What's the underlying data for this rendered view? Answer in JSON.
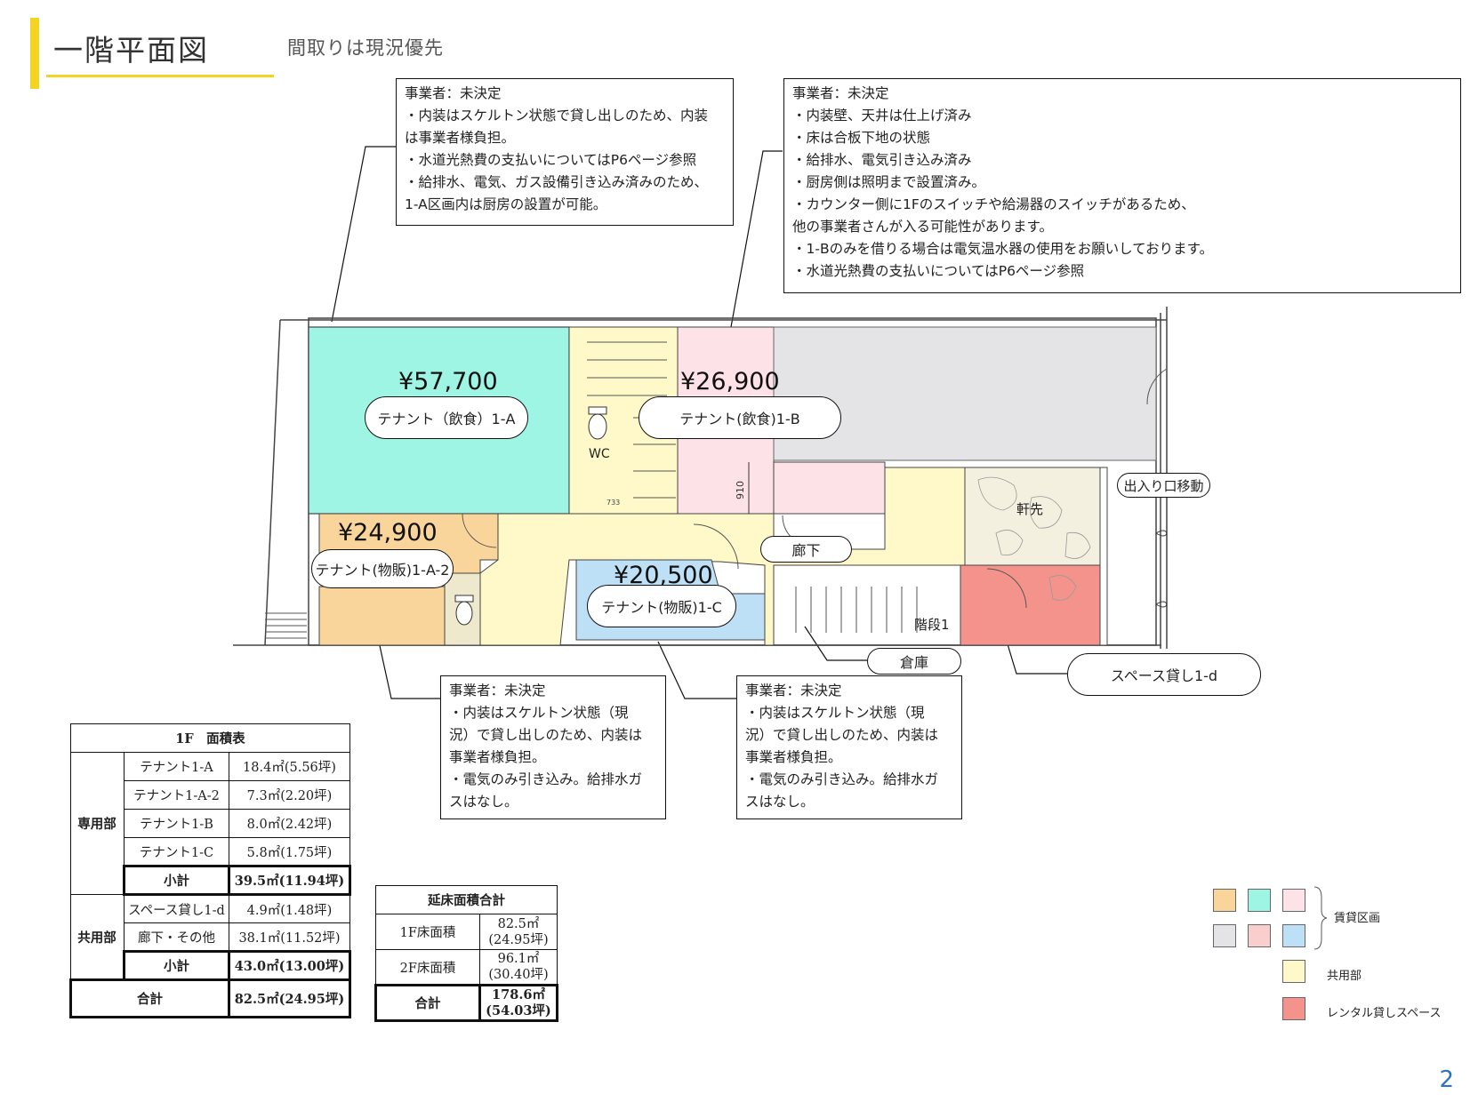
{
  "header": {
    "title": "一階平面図",
    "subtitle": "間取りは現況優先"
  },
  "notes": {
    "note_1a": [
      "事業者：未決定",
      "・内装はスケルトン状態で貸し出しのため、内装",
      "は事業者様負担。",
      "・水道光熱費の支払いについてはP6ページ参照",
      "・給排水、電気、ガス設備引き込み済みのため、",
      "1-A区画内は厨房の設置が可能。"
    ],
    "note_1b": [
      "事業者：未決定",
      "・内装壁、天井は仕上げ済み",
      "・床は合板下地の状態",
      "・給排水、電気引き込み済み",
      "・厨房側は照明まで設置済み。",
      "・カウンター側に1Fのスイッチや給湯器のスイッチがあるため、",
      "他の事業者さんが入る可能性があります。",
      "・1-Bのみを借りる場合は電気温水器の使用をお願いしております。",
      "・水道光熱費の支払いについてはP6ページ参照"
    ],
    "note_1a2": [
      "事業者：未決定",
      "・内装はスケルトン状態（現",
      "況）で貸し出しのため、内装は",
      "事業者様負担。",
      "・電気のみ引き込み。給排水ガ",
      "スはなし。"
    ],
    "note_1c": [
      "事業者：未決定",
      "・内装はスケルトン状態（現",
      "況）で貸し出しのため、内装は",
      "事業者様負担。",
      "・電気のみ引き込み。給排水ガ",
      "スはなし。"
    ]
  },
  "plan": {
    "prices": {
      "a": "¥57,700",
      "b": "¥26,900",
      "a2": "¥24,900",
      "c": "¥20,500"
    },
    "pills": {
      "a": "テナント（飲食）1-A",
      "b": "テナント(飲食)1-B",
      "a2": "テナント(物販)1-A-2",
      "c": "テナント(物販)1-C",
      "corridor": "廊下",
      "storage": "倉庫",
      "space": "スペース貸し1-d",
      "entrance": "出入り口移動"
    },
    "labels": {
      "wc": "WC",
      "eaves": "軒先",
      "stairs": "階段1",
      "dim": "910",
      "dim2": "733"
    },
    "colors": {
      "tenant_a": "#9ef5e3",
      "tenant_b": "#fde2e8",
      "tenant_a2": "#f9d59c",
      "tenant_c": "#bde0f6",
      "common": "#fff9c9",
      "rental": "#f4938c",
      "grey": "#e4e4e7"
    }
  },
  "area_table": {
    "title": "1F　面積表",
    "group_private": "専用部",
    "group_common": "共用部",
    "rows_private": [
      [
        "テナント1-A",
        "18.4㎡(5.56坪)"
      ],
      [
        "テナント1-A-2",
        "7.3㎡(2.20坪)"
      ],
      [
        "テナント1-B",
        "8.0㎡(2.42坪)"
      ],
      [
        "テナント1-C",
        "5.8㎡(1.75坪)"
      ]
    ],
    "subtotal_private": [
      "小計",
      "39.5㎡(11.94坪)"
    ],
    "rows_common": [
      [
        "スペース貸し1-d",
        "4.9㎡(1.48坪)"
      ],
      [
        "廊下・その他",
        "38.1㎡(11.52坪)"
      ]
    ],
    "subtotal_common": [
      "小計",
      "43.0㎡(13.00坪)"
    ],
    "total": [
      "合計",
      "82.5㎡(24.95坪)"
    ]
  },
  "floor_table": {
    "title": "延床面積合計",
    "rows": [
      [
        "1F床面積",
        "82.5㎡",
        "(24.95坪)"
      ],
      [
        "2F床面積",
        "96.1㎡",
        "(30.40坪)"
      ]
    ],
    "total": [
      "合計",
      "178.6㎡",
      "(54.03坪)"
    ]
  },
  "legend": {
    "rental_areas": "賃貸区画",
    "common": "共用部",
    "rental_space": "レンタル貸しスペース"
  },
  "page_number": "2"
}
